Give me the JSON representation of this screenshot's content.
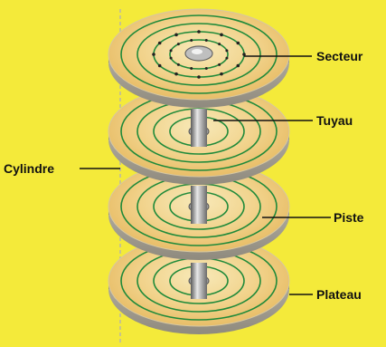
{
  "diagram": {
    "background_color": "#f4ea3a",
    "platter_color": "#f2d48c",
    "track_color": "#1f8a3a",
    "labels": {
      "sector": "Secteur",
      "pipe": "Tuyau",
      "cylinder": "Cylindre",
      "track": "Piste",
      "platter": "Plateau"
    }
  }
}
